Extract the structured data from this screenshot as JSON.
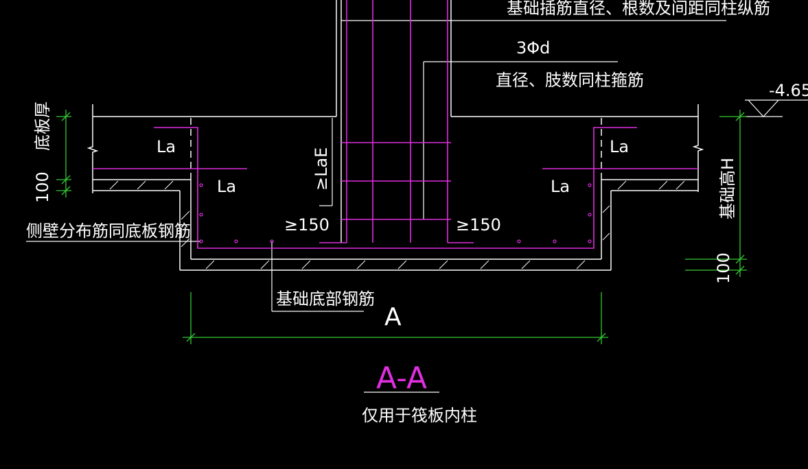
{
  "texts": {
    "top_note": "基础插筋直径、根数及间距同柱纵筋",
    "stirrup_count": "3Φd",
    "stirrup_note": "直径、肢数同柱箍筋",
    "elevation": "-4.65",
    "slab_thickness": "底板厚",
    "dim_100_left": "100",
    "dim_100_right": "100",
    "foundation_height": "基础高H",
    "la_top_left": "La",
    "la_mid_left": "La",
    "la_top_right": "La",
    "la_mid_right": "La",
    "lae": "≥LaE",
    "ge150_left": "≥150",
    "ge150_right": "≥150",
    "side_wall_note": "侧壁分布筋同底板钢筋",
    "bottom_rebar_note": "基础底部钢筋",
    "dim_a": "A",
    "section_title": "A-A",
    "section_subtitle": "仅用于筏板内柱"
  },
  "colors": {
    "background": "#000000",
    "line_white": "#ffffff",
    "rebar_magenta": "#e02ee0",
    "dimension_green": "#33cc33"
  }
}
